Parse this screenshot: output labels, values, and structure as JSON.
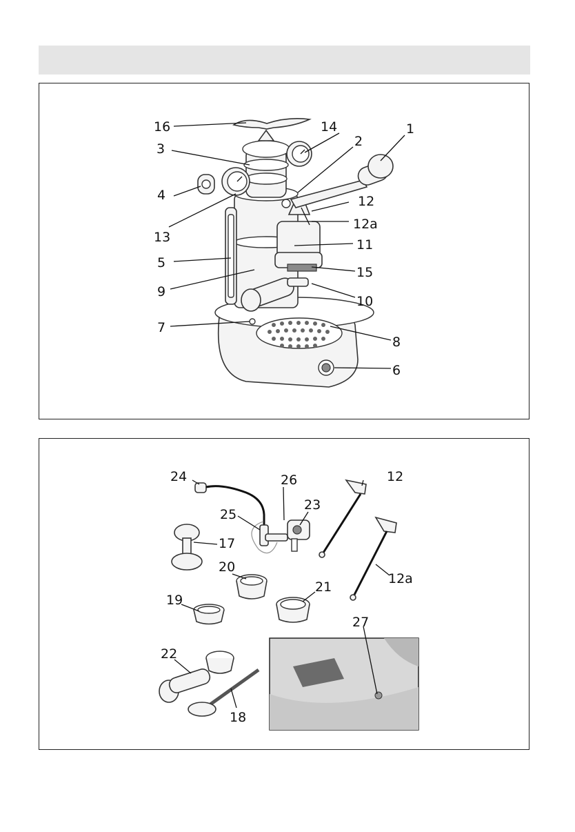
{
  "header": {
    "text": ""
  },
  "machine_labels": [
    {
      "key": "16",
      "text": "16"
    },
    {
      "key": "14",
      "text": "14"
    },
    {
      "key": "1",
      "text": "1"
    },
    {
      "key": "3",
      "text": "3"
    },
    {
      "key": "2",
      "text": "2"
    },
    {
      "key": "4",
      "text": "4"
    },
    {
      "key": "12",
      "text": "12"
    },
    {
      "key": "12a",
      "text": "12a"
    },
    {
      "key": "13",
      "text": "13"
    },
    {
      "key": "11",
      "text": "11"
    },
    {
      "key": "5",
      "text": "5"
    },
    {
      "key": "15",
      "text": "15"
    },
    {
      "key": "9",
      "text": "9"
    },
    {
      "key": "10",
      "text": "10"
    },
    {
      "key": "7",
      "text": "7"
    },
    {
      "key": "8",
      "text": "8"
    },
    {
      "key": "6",
      "text": "6"
    }
  ],
  "parts_labels": [
    {
      "key": "24",
      "text": "24"
    },
    {
      "key": "26",
      "text": "26"
    },
    {
      "key": "12",
      "text": "12"
    },
    {
      "key": "23",
      "text": "23"
    },
    {
      "key": "25",
      "text": "25"
    },
    {
      "key": "17",
      "text": "17"
    },
    {
      "key": "12a",
      "text": "12a"
    },
    {
      "key": "20",
      "text": "20"
    },
    {
      "key": "21",
      "text": "21"
    },
    {
      "key": "19",
      "text": "19"
    },
    {
      "key": "27",
      "text": "27"
    },
    {
      "key": "22",
      "text": "22"
    },
    {
      "key": "18",
      "text": "18"
    }
  ]
}
